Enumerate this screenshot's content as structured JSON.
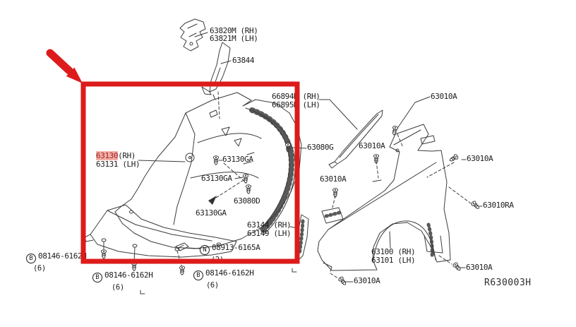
{
  "labels": {
    "p63820m": "63820M (RH)",
    "p63821m": "63821M (LH)",
    "p63844": "63844",
    "p66894m": "66894M (RH)",
    "p66895m": "66895M (LH)",
    "p63010a": "63010A",
    "p63010ra": "63010RA",
    "p63080g": "63080G",
    "p63080d": "63080D",
    "p63130": "63130",
    "p63130_side": "(RH)",
    "p63131": "63131 (LH)",
    "p63130ga": "63130GA",
    "p63144": "63144 (RH)",
    "p63149": "63149 (LH)",
    "p63100": "63100 (RH)",
    "p63101": "63101 (LH)",
    "fastener_b_letter": "B",
    "fastener_b_part": "08146-6162H",
    "fastener_b_qty": "(6)",
    "fastener_n_letter": "N",
    "fastener_n_part": "08913-6165A",
    "fastener_n_qty": "(2)",
    "diagram_ref": "R630003H"
  },
  "colors": {
    "highlight_box": "#dd1b1b",
    "arrow": "#dd1b1b",
    "label_highlight_bg": "#f3b0a7",
    "label_highlight_text": "#9c1f1f",
    "line_art": "#3c3c3c"
  },
  "icons": {
    "screw": "screw-icon",
    "arrowhead": "arrowhead-icon",
    "red_arrow": "red-annotation-arrow-icon"
  }
}
